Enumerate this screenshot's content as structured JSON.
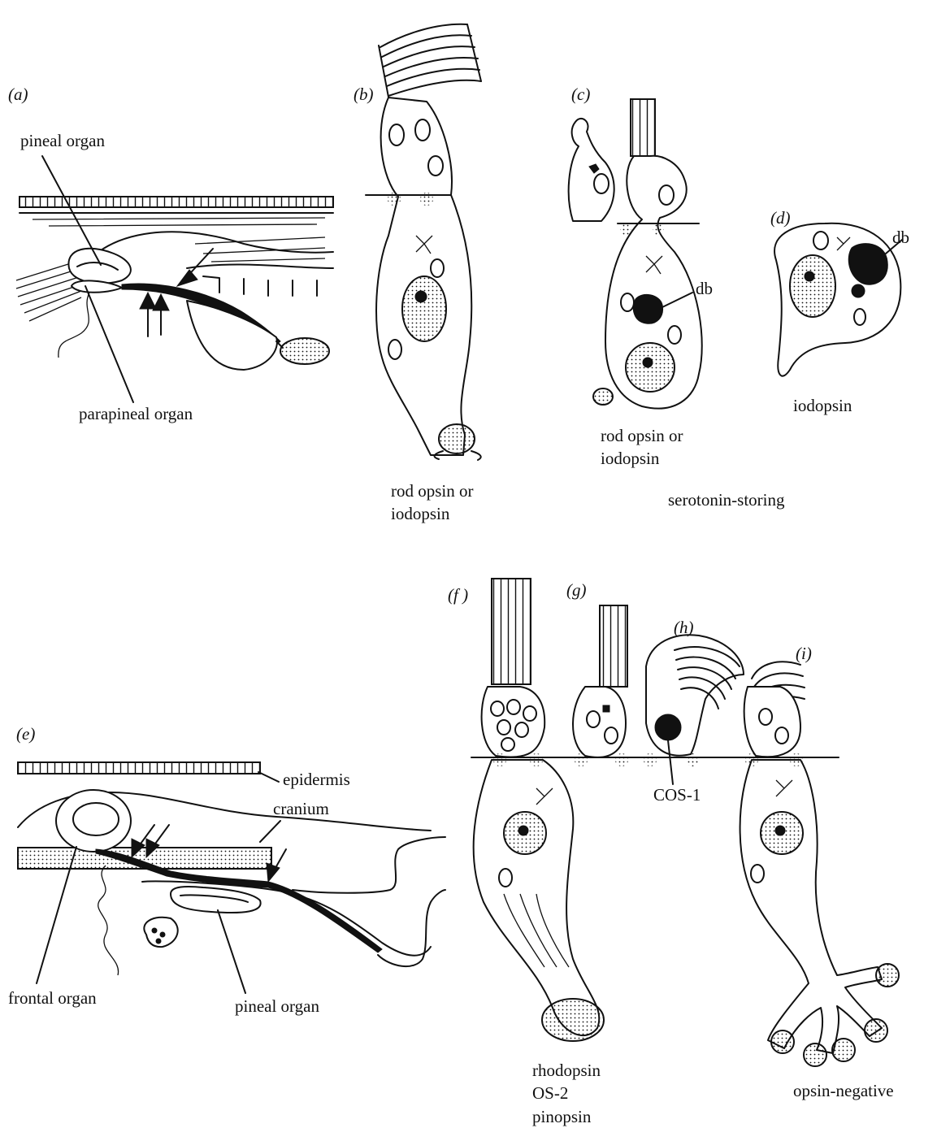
{
  "panels": {
    "a": "(a)",
    "b": "(b)",
    "c": "(c)",
    "d": "(d)",
    "e": "(e)",
    "f": "(f )",
    "g": "(g)",
    "h": "(h)",
    "i": "(i)"
  },
  "labels": {
    "pineal_organ_a": "pineal organ",
    "parapineal_organ": "parapineal organ",
    "b_caption": "rod opsin or\niodopsin",
    "c_caption": "rod opsin or\niodopsin",
    "db_c": "db",
    "db_d": "db",
    "d_caption": "iodopsin",
    "serotonin": "serotonin-storing",
    "epidermis": "epidermis",
    "cranium": "cranium",
    "frontal_organ": "frontal organ",
    "pineal_organ_e": "pineal organ",
    "cos1": "COS-1",
    "f_caption": "rhodopsin\nOS-2\npinopsin",
    "i_caption": "opsin-negative"
  }
}
